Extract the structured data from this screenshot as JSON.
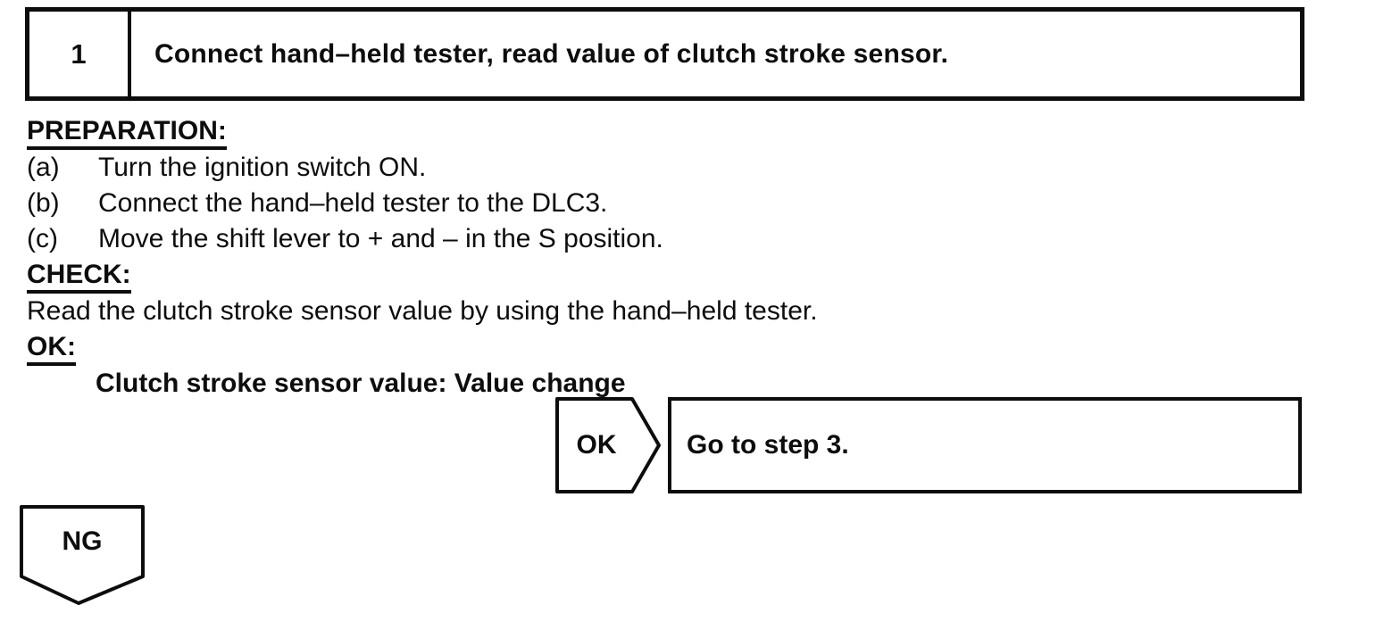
{
  "page": {
    "background_color": "#ffffff",
    "ink_color": "#0d0d0d"
  },
  "step": {
    "number": "1",
    "title": "Connect hand–held tester, read value of clutch stroke sensor."
  },
  "procedure": {
    "preparation_heading": "PREPARATION:",
    "preparation_items": [
      {
        "label": "(a)",
        "text": "Turn the ignition switch ON."
      },
      {
        "label": "(b)",
        "text": "Connect the hand–held tester to the DLC3."
      },
      {
        "label": "(c)",
        "text": "Move the shift lever to + and – in the S position."
      }
    ],
    "check_heading": "CHECK:",
    "check_text": "Read the clutch stroke sensor value by using the hand–held tester.",
    "ok_heading": "OK:",
    "ok_criteria": "Clutch stroke sensor value: Value change"
  },
  "flow": {
    "ok_label": "OK",
    "ok_action": "Go to step 3.",
    "ng_label": "NG"
  }
}
